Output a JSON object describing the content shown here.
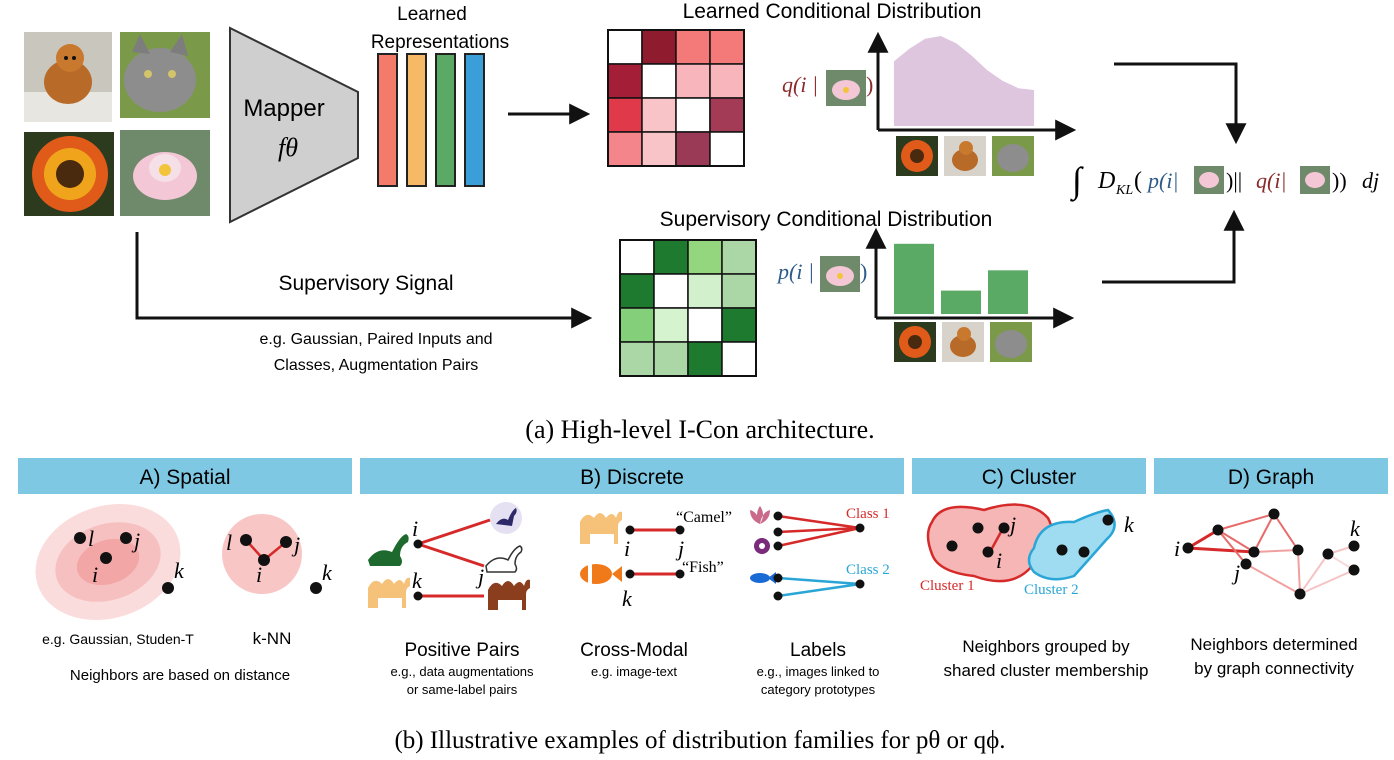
{
  "top": {
    "mapper_label": "Mapper",
    "mapper_symbol": "fθ",
    "learned_repr_line1": "Learned",
    "learned_repr_line2": "Representations",
    "learned_cond_title": "Learned Conditional Distribution",
    "supervisory_cond_title": "Supervisory Conditional Distribution",
    "supervisory_signal": "Supervisory Signal",
    "signal_examples_line1": "e.g. Gaussian, Paired Inputs and",
    "signal_examples_line2": "Classes, Augmentation Pairs",
    "q_label": "q(i |",
    "p_label": "p(i |",
    "kl_integral": "∫",
    "kl_d": "D",
    "kl_sub": "KL",
    "kl_open": "(",
    "kl_p": "p(i|",
    "kl_mid": ")||",
    "kl_q": "q(i|",
    "kl_close": "))",
    "kl_dj": "dj",
    "caption": "(a) High-level I-Con architecture.",
    "bar_colors": [
      "#f47a6a",
      "#f6b965",
      "#5aa964",
      "#3a9fd8"
    ],
    "learned_distribution": [
      0.72,
      0.86,
      0.97,
      1.0,
      0.92,
      0.78,
      0.62,
      0.5,
      0.42,
      0.4
    ],
    "supervisory_bars": [
      0.9,
      0.3,
      0.56
    ],
    "learned_matrix": [
      [
        "#ffffff",
        "#8e1c2e",
        "#f47a7a",
        "#f47a7a"
      ],
      [
        "#a31e36",
        "#ffffff",
        "#f8b6bc",
        "#f8b6bc"
      ],
      [
        "#e03a4a",
        "#f8c4c8",
        "#ffffff",
        "#a33b56"
      ],
      [
        "#f4858b",
        "#f8c4c8",
        "#9b3a56",
        "#ffffff"
      ]
    ],
    "supervisory_matrix": [
      [
        "#ffffff",
        "#1d7a2e",
        "#93d67e",
        "#abd6a6"
      ],
      [
        "#1d7a2e",
        "#ffffff",
        "#d2f0cc",
        "#abd6a6"
      ],
      [
        "#84d07a",
        "#d6f3d0",
        "#ffffff",
        "#1d7a2e"
      ],
      [
        "#abd6a6",
        "#abd6a6",
        "#1d7a2e",
        "#ffffff"
      ]
    ]
  },
  "families": {
    "spatial": {
      "header": "A) Spatial",
      "sub1": "e.g. Gaussian, Studen-T",
      "sub2": "k-NN",
      "desc": "Neighbors are based on distance",
      "labels": [
        "l",
        "j",
        "i",
        "k",
        "l",
        "j",
        "i",
        "k"
      ]
    },
    "discrete": {
      "header": "B) Discrete",
      "pos_title": "Positive Pairs",
      "pos_desc1": "e.g., data augmentations",
      "pos_desc2": "or same-label pairs",
      "cross_title": "Cross-Modal",
      "cross_desc": "e.g. image-text",
      "labels_title": "Labels",
      "labels_desc1": "e.g., images linked to",
      "labels_desc2": "category prototypes",
      "camel_text": "“Camel”",
      "fish_text": "“Fish”",
      "class1": "Class 1",
      "class2": "Class 2",
      "vars": [
        "i",
        "j",
        "k",
        "i",
        "j",
        "k"
      ]
    },
    "cluster": {
      "header": "C) Cluster",
      "cluster1": "Cluster 1",
      "cluster2": "Cluster 2",
      "desc1": "Neighbors grouped by",
      "desc2": "shared cluster membership",
      "vars": [
        "j",
        "i",
        "k"
      ]
    },
    "graph": {
      "header": "D) Graph",
      "desc1": "Neighbors determined",
      "desc2": "by graph connectivity",
      "vars": [
        "i",
        "j",
        "k"
      ]
    },
    "caption": "(b) Illustrative examples of distribution families for pθ or qϕ."
  },
  "colors": {
    "header_bg": "#7ec8e3",
    "red_edge": "#d62a2a",
    "blue_edge": "#2aa6d6",
    "p_color": "#2f5b8a",
    "q_color": "#8a2a2a",
    "cluster1_fill": "#f7b6b6",
    "cluster2_fill": "#9fdcf2"
  }
}
